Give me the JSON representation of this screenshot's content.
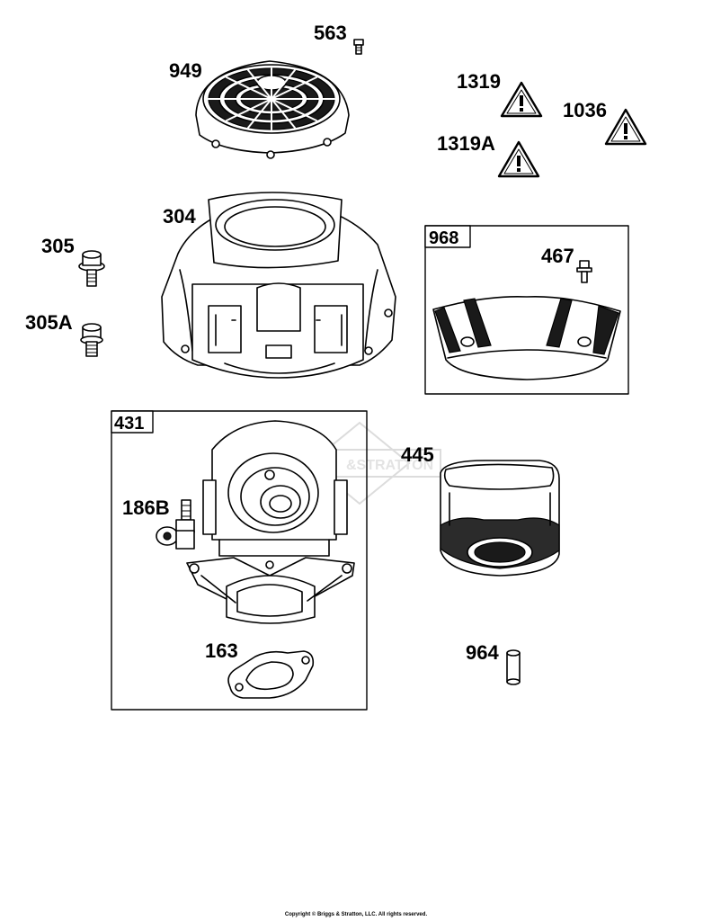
{
  "parts": {
    "p563": "563",
    "p949": "949",
    "p1319": "1319",
    "p1036": "1036",
    "p1319A": "1319A",
    "p304": "304",
    "p305": "305",
    "p305A": "305A",
    "p968": "968",
    "p467": "467",
    "p431": "431",
    "p445": "445",
    "p186B": "186B",
    "p163": "163",
    "p964": "964"
  },
  "watermark": "&STRATTON",
  "copyright": "Copyright © Briggs & Stratton, LLC. All rights reserved.",
  "icons": {
    "warning": "warning-triangle-icon"
  }
}
